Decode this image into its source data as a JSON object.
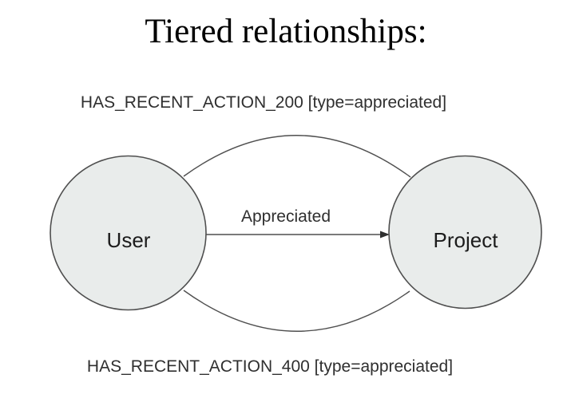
{
  "title": "Tiered relationships:",
  "nodes": {
    "user": {
      "label": "User"
    },
    "project": {
      "label": "Project"
    }
  },
  "edges": {
    "top": {
      "label": "HAS_RECENT_ACTION_200 [type=appreciated]"
    },
    "middle": {
      "label": "Appreciated"
    },
    "bottom": {
      "label": "HAS_RECENT_ACTION_400 [type=appreciated]"
    }
  },
  "colors": {
    "node_fill": "#e9eceb",
    "node_stroke": "#4f4f4f",
    "edge_stroke": "#4f4f4f",
    "label_text": "#2f2f2f",
    "title_text": "#000000"
  }
}
